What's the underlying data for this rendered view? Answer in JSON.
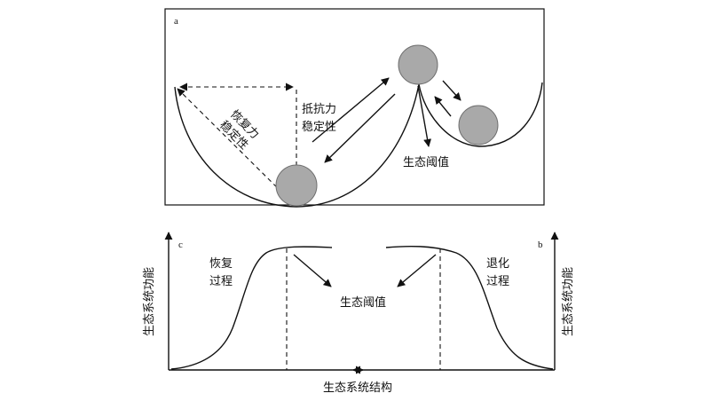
{
  "panel_a": {
    "letter": "a",
    "resilience_label": [
      "恢复力",
      "稳定性"
    ],
    "resistance_label": [
      "抵抗力",
      "稳定性"
    ],
    "threshold_label": "生态阈值"
  },
  "panel_bc": {
    "letter_c": "c",
    "letter_b": "b",
    "recovery_label": [
      "恢复",
      "过程"
    ],
    "degradation_label": [
      "退化",
      "过程"
    ],
    "threshold_label": "生态阈值",
    "y_label_left": "生态系统功能",
    "y_label_right": "生态系统功能",
    "x_label": "生态系统结构"
  }
}
